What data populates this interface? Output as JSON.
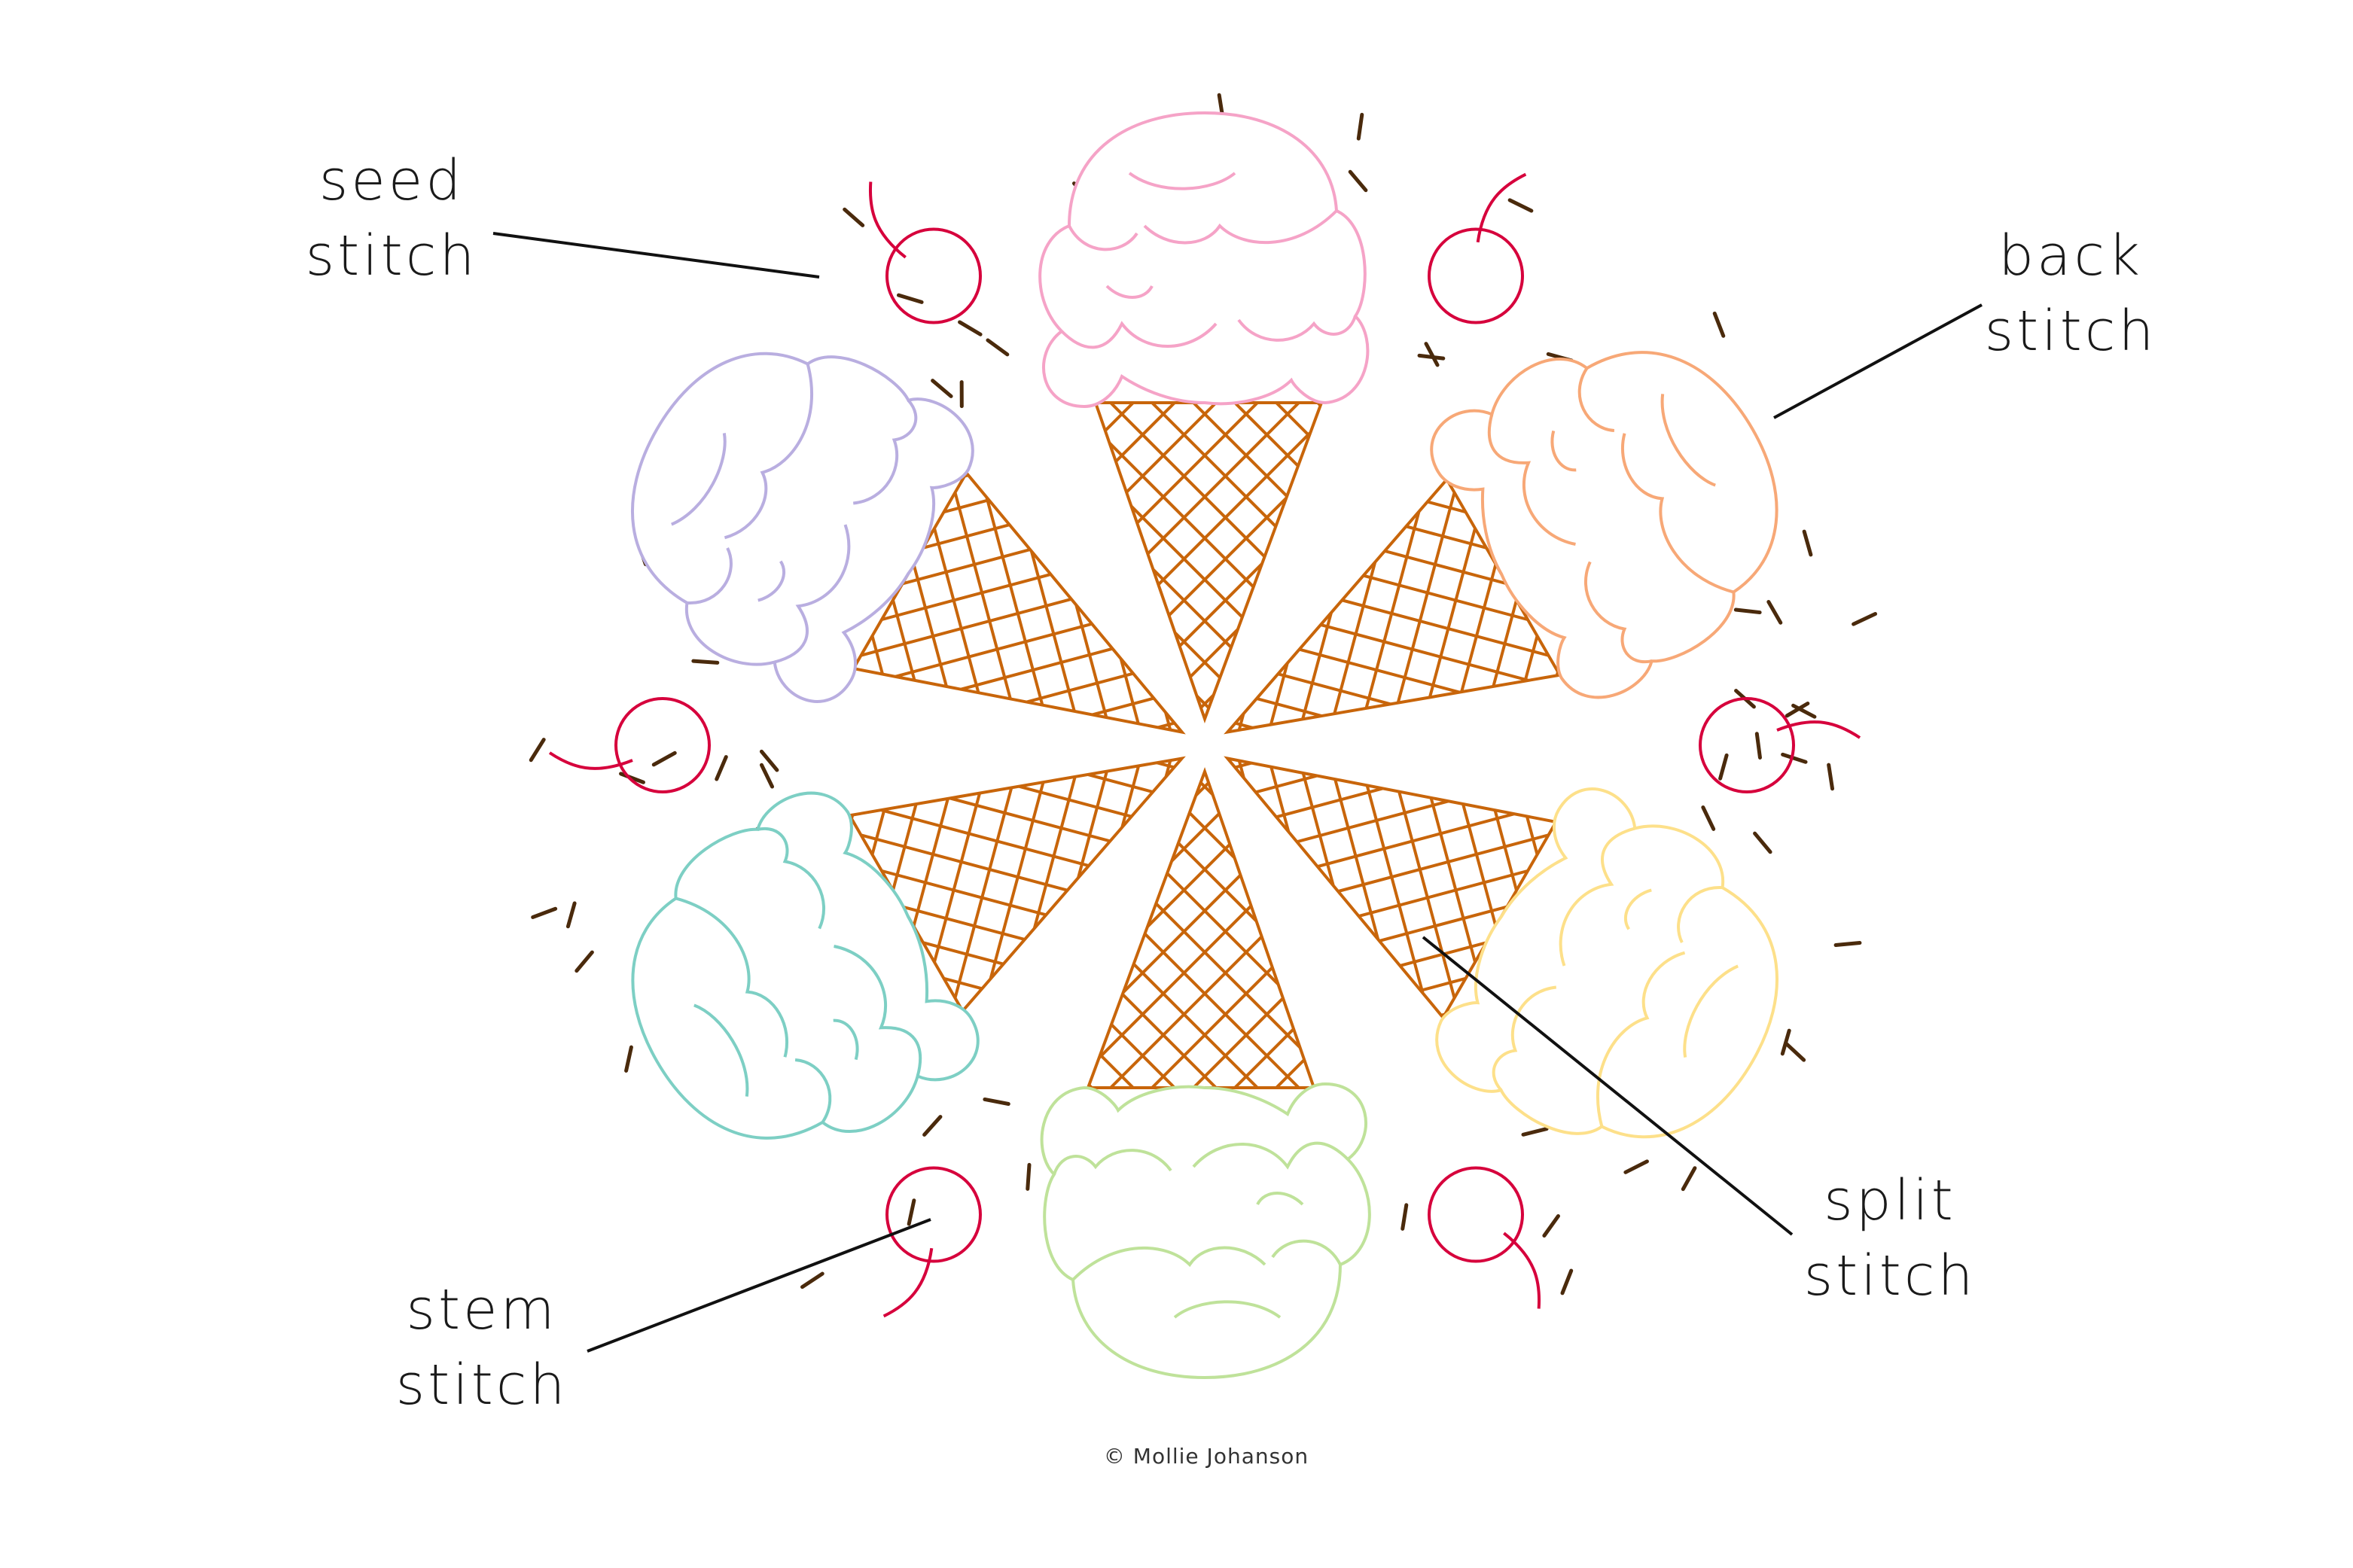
{
  "labels": {
    "seed": {
      "line1": "seed",
      "line2": "stitch"
    },
    "back": {
      "line1": "back",
      "line2": "stitch"
    },
    "split": {
      "line1": "split",
      "line2": "stitch"
    },
    "stem": {
      "line1": "stem",
      "line2": "stitch"
    }
  },
  "copyright": "© Mollie Johanson",
  "colors": {
    "cone": "#c8650a",
    "sprinkle": "#4a2a0c",
    "cherry": "#d6003c",
    "leader": "#111111",
    "scoops": [
      "#f5a3c7",
      "#f7a877",
      "#fde08a",
      "#bfe29a",
      "#7dcfc4",
      "#b9aee0"
    ]
  }
}
